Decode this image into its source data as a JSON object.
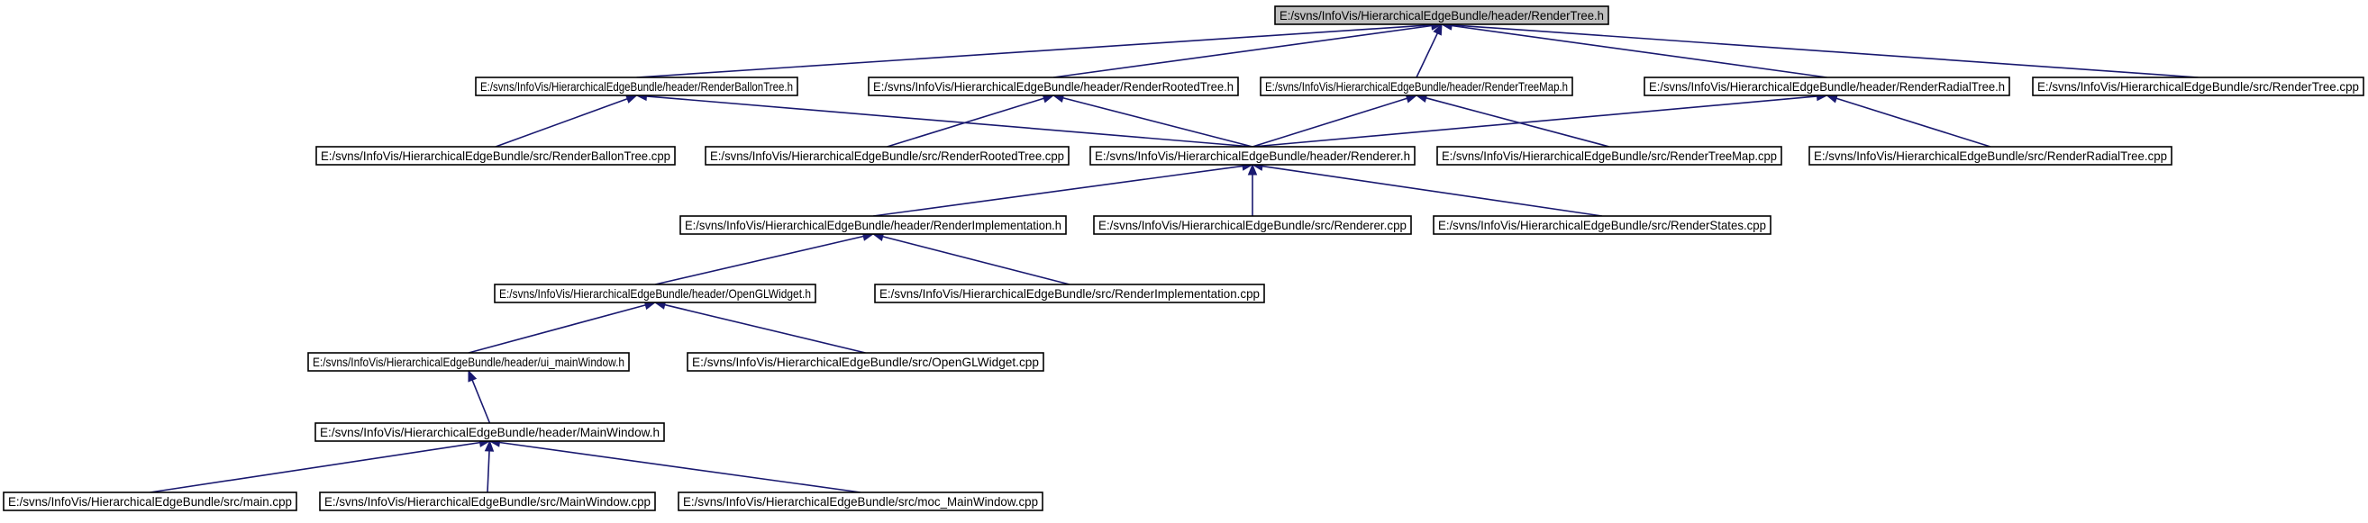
{
  "colors": {
    "root_fill": "#bfbfbf",
    "node_fill": "#ffffff",
    "edge": "#191970",
    "border": "#000000"
  },
  "nodes": [
    {
      "id": "rendertree_h",
      "label": "E:/svns/InfoVis/HierarchicalEdgeBundle/header/RenderTree.h",
      "root": true
    },
    {
      "id": "renderballontree_h",
      "label": "E:/svns/InfoVis/HierarchicalEdgeBundle/header/RenderBallonTree.h"
    },
    {
      "id": "renderrootedtree_h",
      "label": "E:/svns/InfoVis/HierarchicalEdgeBundle/header/RenderRootedTree.h"
    },
    {
      "id": "rendertreemap_h",
      "label": "E:/svns/InfoVis/HierarchicalEdgeBundle/header/RenderTreeMap.h"
    },
    {
      "id": "renderradialtree_h",
      "label": "E:/svns/InfoVis/HierarchicalEdgeBundle/header/RenderRadialTree.h"
    },
    {
      "id": "rendertree_cpp",
      "label": "E:/svns/InfoVis/HierarchicalEdgeBundle/src/RenderTree.cpp"
    },
    {
      "id": "renderballontree_cpp",
      "label": "E:/svns/InfoVis/HierarchicalEdgeBundle/src/RenderBallonTree.cpp"
    },
    {
      "id": "renderrootedtree_cpp",
      "label": "E:/svns/InfoVis/HierarchicalEdgeBundle/src/RenderRootedTree.cpp"
    },
    {
      "id": "renderer_h",
      "label": "E:/svns/InfoVis/HierarchicalEdgeBundle/header/Renderer.h"
    },
    {
      "id": "rendertreemap_cpp",
      "label": "E:/svns/InfoVis/HierarchicalEdgeBundle/src/RenderTreeMap.cpp"
    },
    {
      "id": "renderradialtree_cpp",
      "label": "E:/svns/InfoVis/HierarchicalEdgeBundle/src/RenderRadialTree.cpp"
    },
    {
      "id": "renderimplementation_h",
      "label": "E:/svns/InfoVis/HierarchicalEdgeBundle/header/RenderImplementation.h"
    },
    {
      "id": "renderer_cpp",
      "label": "E:/svns/InfoVis/HierarchicalEdgeBundle/src/Renderer.cpp"
    },
    {
      "id": "renderstates_cpp",
      "label": "E:/svns/InfoVis/HierarchicalEdgeBundle/src/RenderStates.cpp"
    },
    {
      "id": "openglwidget_h",
      "label": "E:/svns/InfoVis/HierarchicalEdgeBundle/header/OpenGLWidget.h"
    },
    {
      "id": "renderimplementation_cpp",
      "label": "E:/svns/InfoVis/HierarchicalEdgeBundle/src/RenderImplementation.cpp"
    },
    {
      "id": "ui_mainwindow_h",
      "label": "E:/svns/InfoVis/HierarchicalEdgeBundle/header/ui_mainWindow.h"
    },
    {
      "id": "openglwidget_cpp",
      "label": "E:/svns/InfoVis/HierarchicalEdgeBundle/src/OpenGLWidget.cpp"
    },
    {
      "id": "mainwindow_h",
      "label": "E:/svns/InfoVis/HierarchicalEdgeBundle/header/MainWindow.h"
    },
    {
      "id": "main_cpp",
      "label": "E:/svns/InfoVis/HierarchicalEdgeBundle/src/main.cpp"
    },
    {
      "id": "mainwindow_cpp",
      "label": "E:/svns/InfoVis/HierarchicalEdgeBundle/src/MainWindow.cpp"
    },
    {
      "id": "moc_mainwindow_cpp",
      "label": "E:/svns/InfoVis/HierarchicalEdgeBundle/src/moc_MainWindow.cpp"
    }
  ],
  "edges": [
    {
      "from": "renderballontree_h",
      "to": "rendertree_h"
    },
    {
      "from": "renderrootedtree_h",
      "to": "rendertree_h"
    },
    {
      "from": "rendertreemap_h",
      "to": "rendertree_h"
    },
    {
      "from": "renderradialtree_h",
      "to": "rendertree_h"
    },
    {
      "from": "rendertree_cpp",
      "to": "rendertree_h"
    },
    {
      "from": "renderballontree_cpp",
      "to": "renderballontree_h"
    },
    {
      "from": "renderer_h",
      "to": "renderballontree_h"
    },
    {
      "from": "renderrootedtree_cpp",
      "to": "renderrootedtree_h"
    },
    {
      "from": "renderer_h",
      "to": "renderrootedtree_h"
    },
    {
      "from": "renderer_h",
      "to": "rendertreemap_h"
    },
    {
      "from": "rendertreemap_cpp",
      "to": "rendertreemap_h"
    },
    {
      "from": "renderer_h",
      "to": "renderradialtree_h"
    },
    {
      "from": "renderradialtree_cpp",
      "to": "renderradialtree_h"
    },
    {
      "from": "renderimplementation_h",
      "to": "renderer_h"
    },
    {
      "from": "renderer_cpp",
      "to": "renderer_h"
    },
    {
      "from": "renderstates_cpp",
      "to": "renderer_h"
    },
    {
      "from": "openglwidget_h",
      "to": "renderimplementation_h"
    },
    {
      "from": "renderimplementation_cpp",
      "to": "renderimplementation_h"
    },
    {
      "from": "ui_mainwindow_h",
      "to": "openglwidget_h"
    },
    {
      "from": "openglwidget_cpp",
      "to": "openglwidget_h"
    },
    {
      "from": "mainwindow_h",
      "to": "ui_mainwindow_h"
    },
    {
      "from": "main_cpp",
      "to": "mainwindow_h"
    },
    {
      "from": "mainwindow_cpp",
      "to": "mainwindow_h"
    },
    {
      "from": "moc_mainwindow_cpp",
      "to": "mainwindow_h"
    }
  ]
}
